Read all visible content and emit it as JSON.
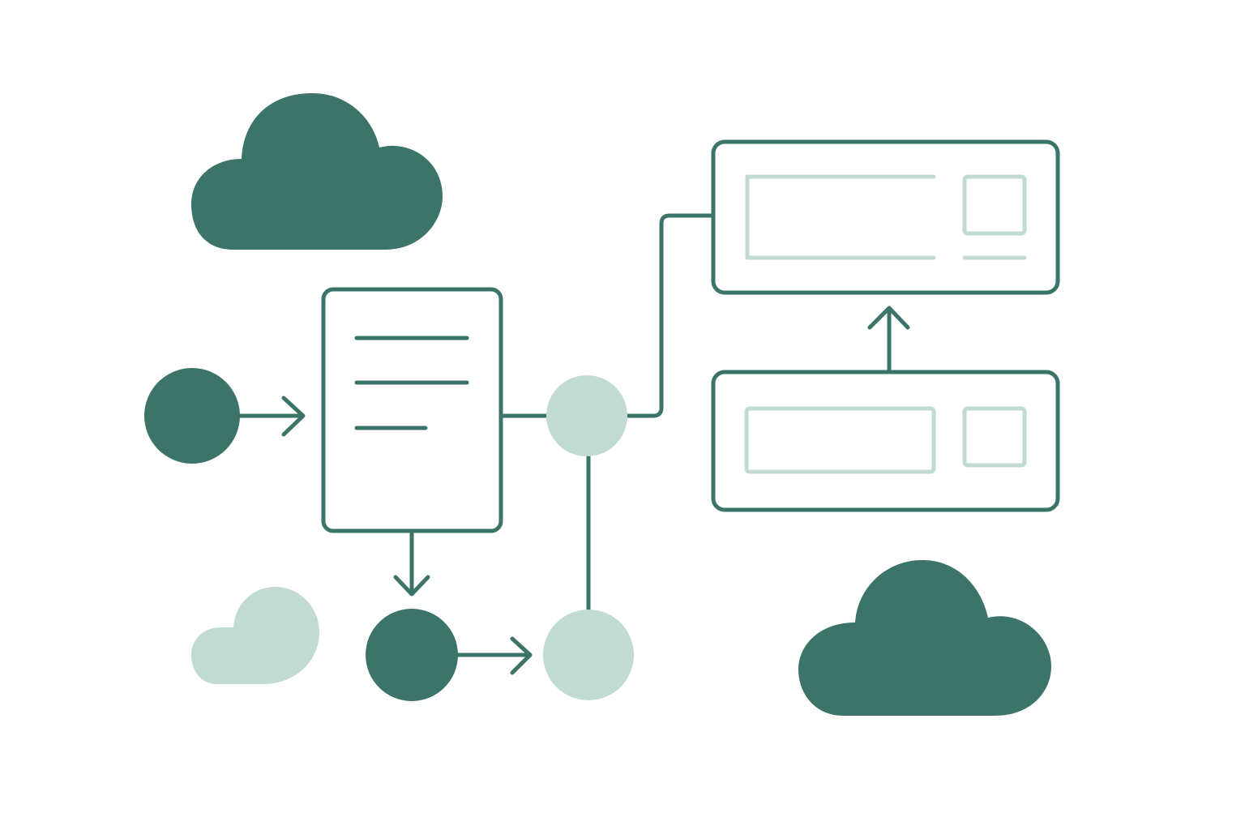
{
  "colors": {
    "background": "#ffffff",
    "primary": "#3d746a",
    "accent": "#c1dad2"
  },
  "diagram": {
    "nodes": [
      {
        "id": "cloud-top-left",
        "shape": "cloud",
        "fill": "primary"
      },
      {
        "id": "cloud-bottom-left",
        "shape": "cloud",
        "fill": "accent"
      },
      {
        "id": "cloud-bottom-right",
        "shape": "cloud",
        "fill": "primary"
      },
      {
        "id": "start-node",
        "shape": "circle",
        "fill": "primary"
      },
      {
        "id": "document-card",
        "shape": "document",
        "text_lines": 3
      },
      {
        "id": "junction-node",
        "shape": "circle",
        "fill": "accent"
      },
      {
        "id": "process-node",
        "shape": "circle",
        "fill": "primary"
      },
      {
        "id": "end-node",
        "shape": "circle",
        "fill": "accent"
      },
      {
        "id": "panel-top",
        "shape": "panel",
        "fields": [
          "wide-field",
          "square-field"
        ]
      },
      {
        "id": "panel-bottom",
        "shape": "panel",
        "fields": [
          "wide-field",
          "square-field"
        ]
      }
    ],
    "edges": [
      {
        "from": "start-node",
        "to": "document-card",
        "arrow": true
      },
      {
        "from": "document-card",
        "to": "junction-node",
        "arrow": false
      },
      {
        "from": "document-card",
        "to": "process-node",
        "arrow": true
      },
      {
        "from": "process-node",
        "to": "end-node",
        "arrow": true
      },
      {
        "from": "junction-node",
        "to": "end-node",
        "arrow": false
      },
      {
        "from": "junction-node",
        "to": "panel-top",
        "arrow": false
      },
      {
        "from": "panel-bottom",
        "to": "panel-top",
        "arrow": true
      }
    ]
  }
}
